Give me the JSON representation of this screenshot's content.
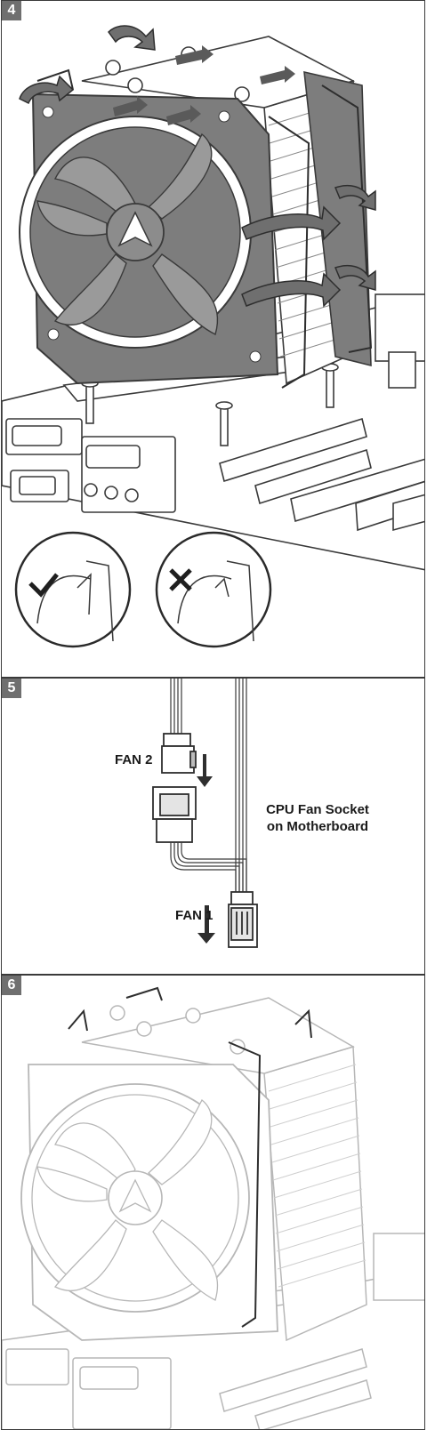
{
  "steps": [
    {
      "number": "4"
    },
    {
      "number": "5",
      "fan2_label": "FAN 2",
      "fan1_label": "FAN 1",
      "socket_line1": "CPU Fan Socket",
      "socket_line2": "on Motherboard"
    },
    {
      "number": "6"
    }
  ],
  "colors": {
    "line": "#3a3a3a",
    "fan_fill": "#7d7d7d",
    "badge": "#6f6f6f",
    "light": "#b7b7b7"
  }
}
